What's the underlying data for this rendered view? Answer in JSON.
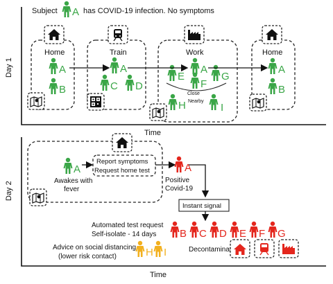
{
  "legend": {
    "prefix": "Subject",
    "person_label": "A",
    "suffix": "has COVID-19 infection. No symptoms"
  },
  "day1": {
    "axis_label": "Day 1",
    "time_label": "Time",
    "locations": {
      "home_start": "Home",
      "train": "Train",
      "work": "Work",
      "home_end": "Home"
    },
    "home_start_people": [
      "A",
      "B"
    ],
    "train_people": [
      "A",
      "C",
      "D"
    ],
    "work_people": [
      "E",
      "A",
      "G",
      "F",
      "H",
      "I"
    ],
    "home_end_people": [
      "A",
      "B"
    ],
    "close_label": "Close",
    "nearby_label": "Nearby"
  },
  "day2": {
    "axis_label": "Day 2",
    "time_label": "Time",
    "awake_person": "A",
    "awake_line1": "Awakes with",
    "awake_line2": "fever",
    "report_line1": "Report symptoms",
    "report_line2": "Request home test",
    "positive_person": "A",
    "positive_line1": "Positive",
    "positive_line2": "Covid-19",
    "instant_signal": "Instant signal",
    "auto_line1": "Automated test request",
    "auto_line2": "Self-isolate - 14 days",
    "isolate_people": [
      "B",
      "C",
      "D",
      "E",
      "F",
      "G"
    ],
    "advice_line1": "Advice on social distancing",
    "advice_line2": "(lower risk contact)",
    "advice_people": [
      "H",
      "I"
    ],
    "decontaminate": "Decontaminate"
  },
  "colors": {
    "infected_green": "#3aa647",
    "positive_red": "#e4261d",
    "low_risk_yellow": "#f2b01e"
  },
  "icons": [
    "house-icon",
    "train-icon",
    "factory-icon",
    "map-icon",
    "qr-code-icon",
    "person-icon"
  ]
}
